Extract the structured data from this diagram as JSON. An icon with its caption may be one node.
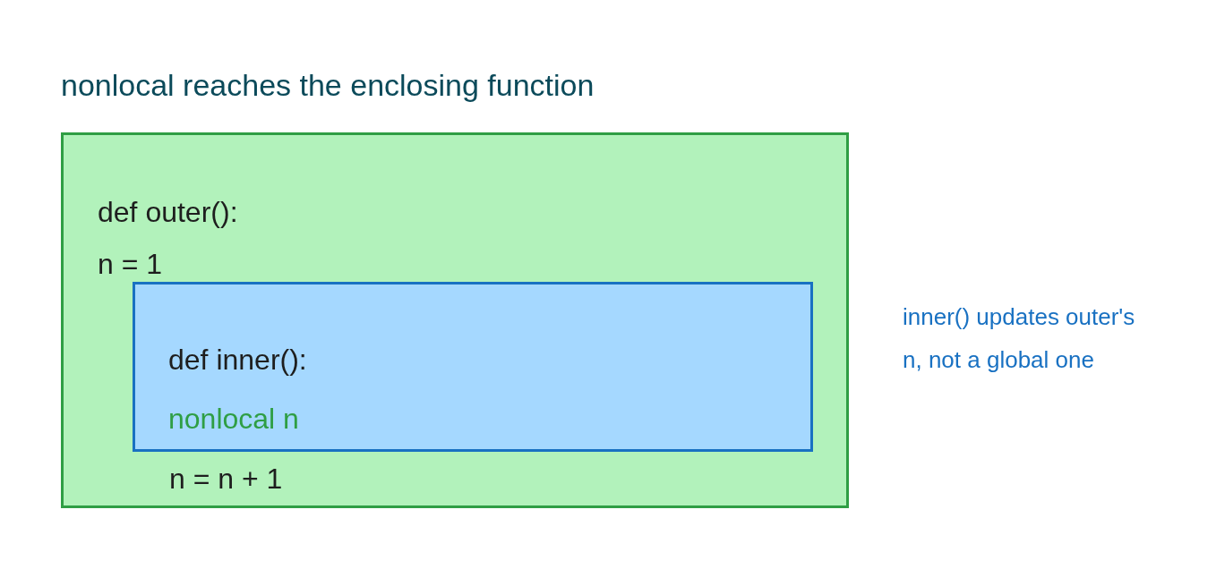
{
  "diagram": {
    "title": "nonlocal reaches the enclosing function",
    "nodes": [
      {
        "text": [
          "def outer():",
          "n = 1",
          "n = n + 1"
        ]
      },
      {
        "text": [
          "def inner():",
          "nonlocal n"
        ],
        "in": 0
      }
    ],
    "labels": [
      "inner() updates outer's n, not a global one"
    ]
  }
}
